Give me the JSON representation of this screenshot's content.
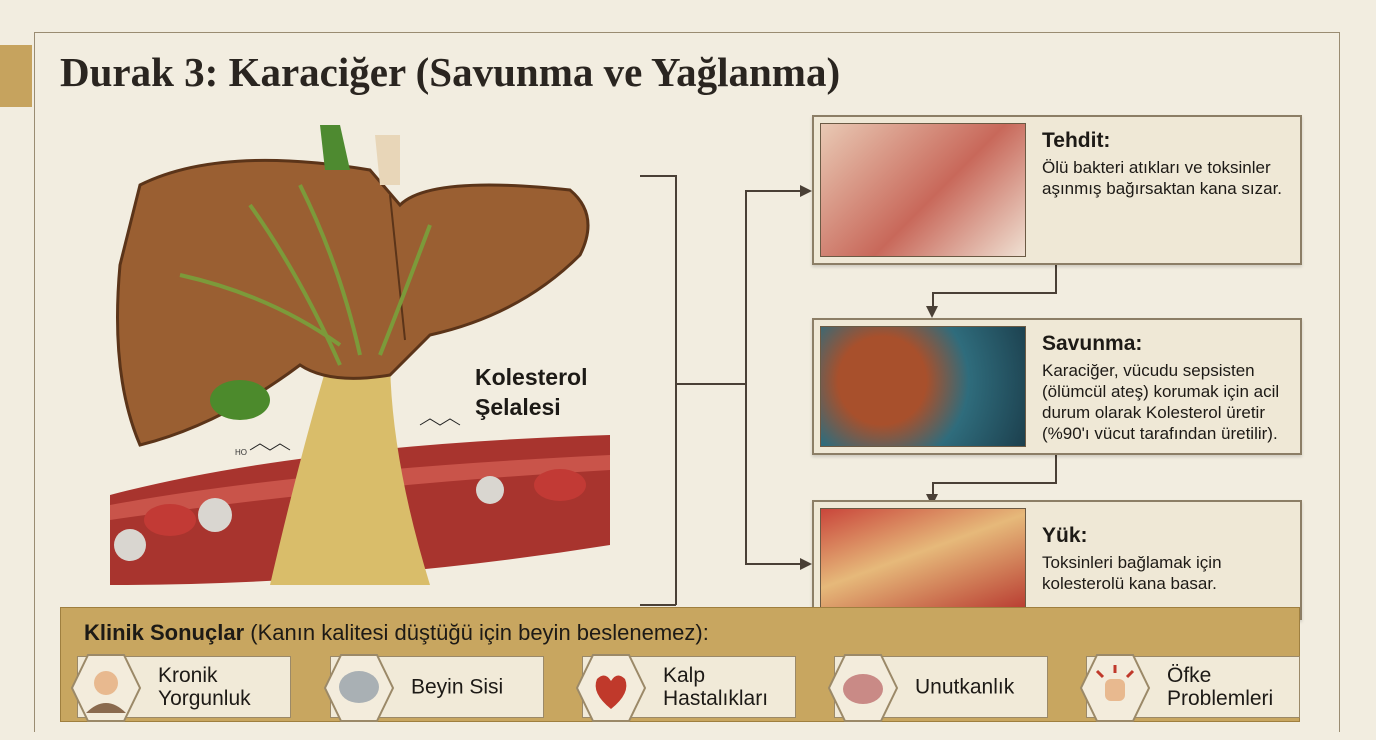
{
  "title": "Durak 3: Karaciğer (Savunma ve Yağlanma)",
  "illustration": {
    "label_line1": "Kolesterol",
    "label_line2": "Şelalesi"
  },
  "panels": [
    {
      "heading": "Tehdit:",
      "text": "Ölü bakteri atıkları ve toksinler aşınmış bağırsaktan kana sızar.",
      "icon": "intestine-bacteria-illustration"
    },
    {
      "heading": "Savunma:",
      "text": "Karaciğer, vücudu sepsisten (ölümcül ateş) korumak için acil durum olarak Kolesterol üretir (%90'ı vücut tarafından üretilir).",
      "icon": "liver-warning-illustration"
    },
    {
      "heading": "Yük:",
      "text": "Toksinleri bağlamak için kolesterolü kana basar.",
      "icon": "blood-vessel-illustration"
    }
  ],
  "clinic": {
    "title_bold": "Klinik Sonuçlar",
    "title_rest": " (Kanın kalitesi düştüğü için beyin beslenemez):",
    "items": [
      {
        "label": "Kronik Yorgunluk",
        "icon": "tired-person-icon"
      },
      {
        "label": "Beyin Sisi",
        "icon": "foggy-brain-icon"
      },
      {
        "label": "Kalp Hastalıkları",
        "icon": "heart-icon"
      },
      {
        "label": "Unutkanlık",
        "icon": "brain-puzzle-icon"
      },
      {
        "label": "Öfke Problemleri",
        "icon": "angry-fist-icon"
      }
    ]
  },
  "colors": {
    "gold": "#c8a660",
    "background": "#f2ede0"
  }
}
